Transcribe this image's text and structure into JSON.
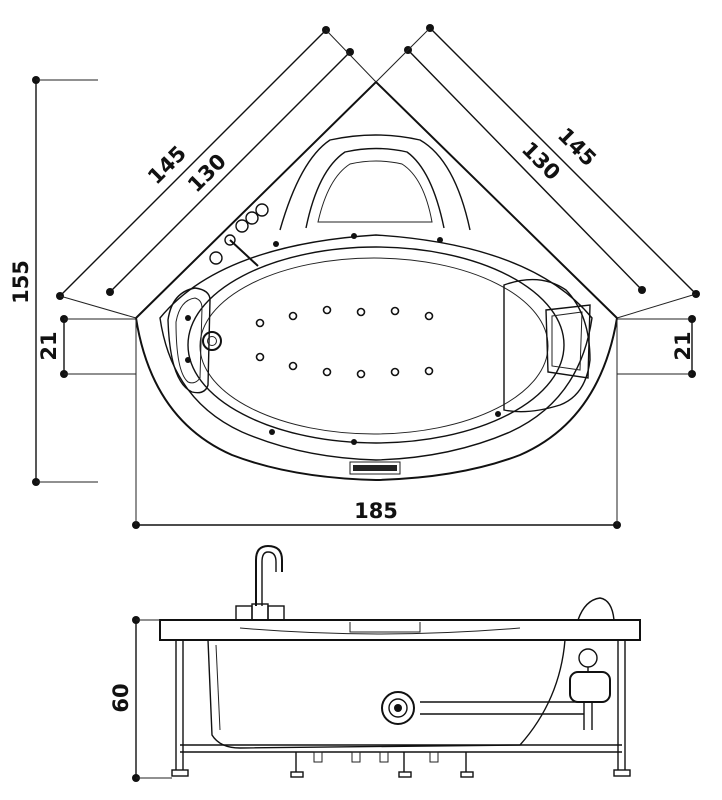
{
  "top_view": {
    "dim_left_outer": "145",
    "dim_left_inner": "130",
    "dim_right_outer": "145",
    "dim_right_inner": "130",
    "dim_height": "155",
    "dim_side_left": "21",
    "dim_side_right": "21",
    "dim_width": "185"
  },
  "side_view": {
    "dim_height": "60"
  }
}
